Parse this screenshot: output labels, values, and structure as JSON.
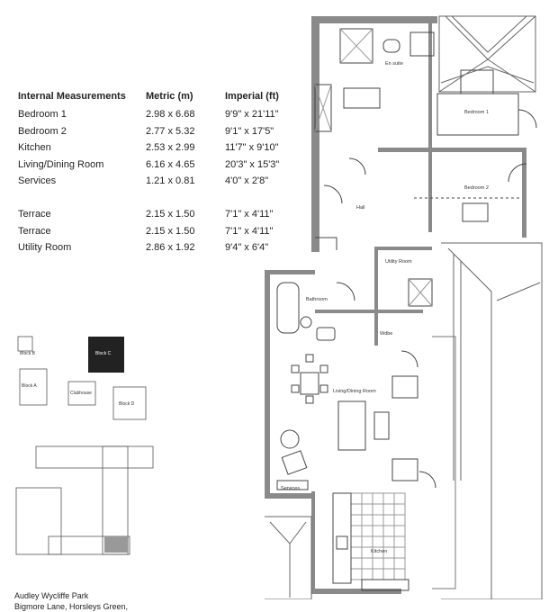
{
  "measurements": {
    "headers": [
      "Internal Measurements",
      "Metric (m)",
      "Imperial (ft)"
    ],
    "rows": [
      {
        "room": "Bedroom 1",
        "metric": "2.98 x 6.68",
        "imperial": "9'9\" x 21'11\""
      },
      {
        "room": "Bedroom 2",
        "metric": "2.77 x 5.32",
        "imperial": "9'1\" x 17'5\""
      },
      {
        "room": "Kitchen",
        "metric": "2.53 x 2.99",
        "imperial": "11'7\" x 9'10\""
      },
      {
        "room": "Living/Dining Room",
        "metric": "6.16 x 4.65",
        "imperial": "20'3\" x 15'3\""
      },
      {
        "room": "Services",
        "metric": "1.21 x 0.81",
        "imperial": "4'0\" x 2'8\""
      },
      {
        "room": "Terrace",
        "metric": "2.15 x 1.50",
        "imperial": "7'1\" x 4'11\""
      },
      {
        "room": "Terrace",
        "metric": "2.15 x 1.50",
        "imperial": "7'1\" x 4'11\""
      },
      {
        "room": "Utility Room",
        "metric": "2.86 x 1.92",
        "imperial": "9'4\" x 6'4\""
      }
    ]
  },
  "plan_labels": {
    "ensuite": "En suite",
    "bedroom1": "Bedroom 1",
    "bedroom2": "Bedroom 2",
    "hall": "Hall",
    "utility": "Utility Room",
    "bathroom": "Bathroom",
    "services": "Services",
    "living": "Living/Dining Room",
    "kitchen": "Kitchen",
    "wardrobe": "Wdbe"
  },
  "site_labels": {
    "block_b": "Block B",
    "block_c": "Block C",
    "block_a": "Block A",
    "clubhouse": "Clubhouse",
    "block_d": "Block D"
  },
  "address": {
    "line1": "Audley Wycliffe Park",
    "line2": "Bigmore Lane, Horsleys Green,"
  },
  "colors": {
    "wall": "#888888",
    "highlight": "#222222",
    "line": "#444444"
  }
}
